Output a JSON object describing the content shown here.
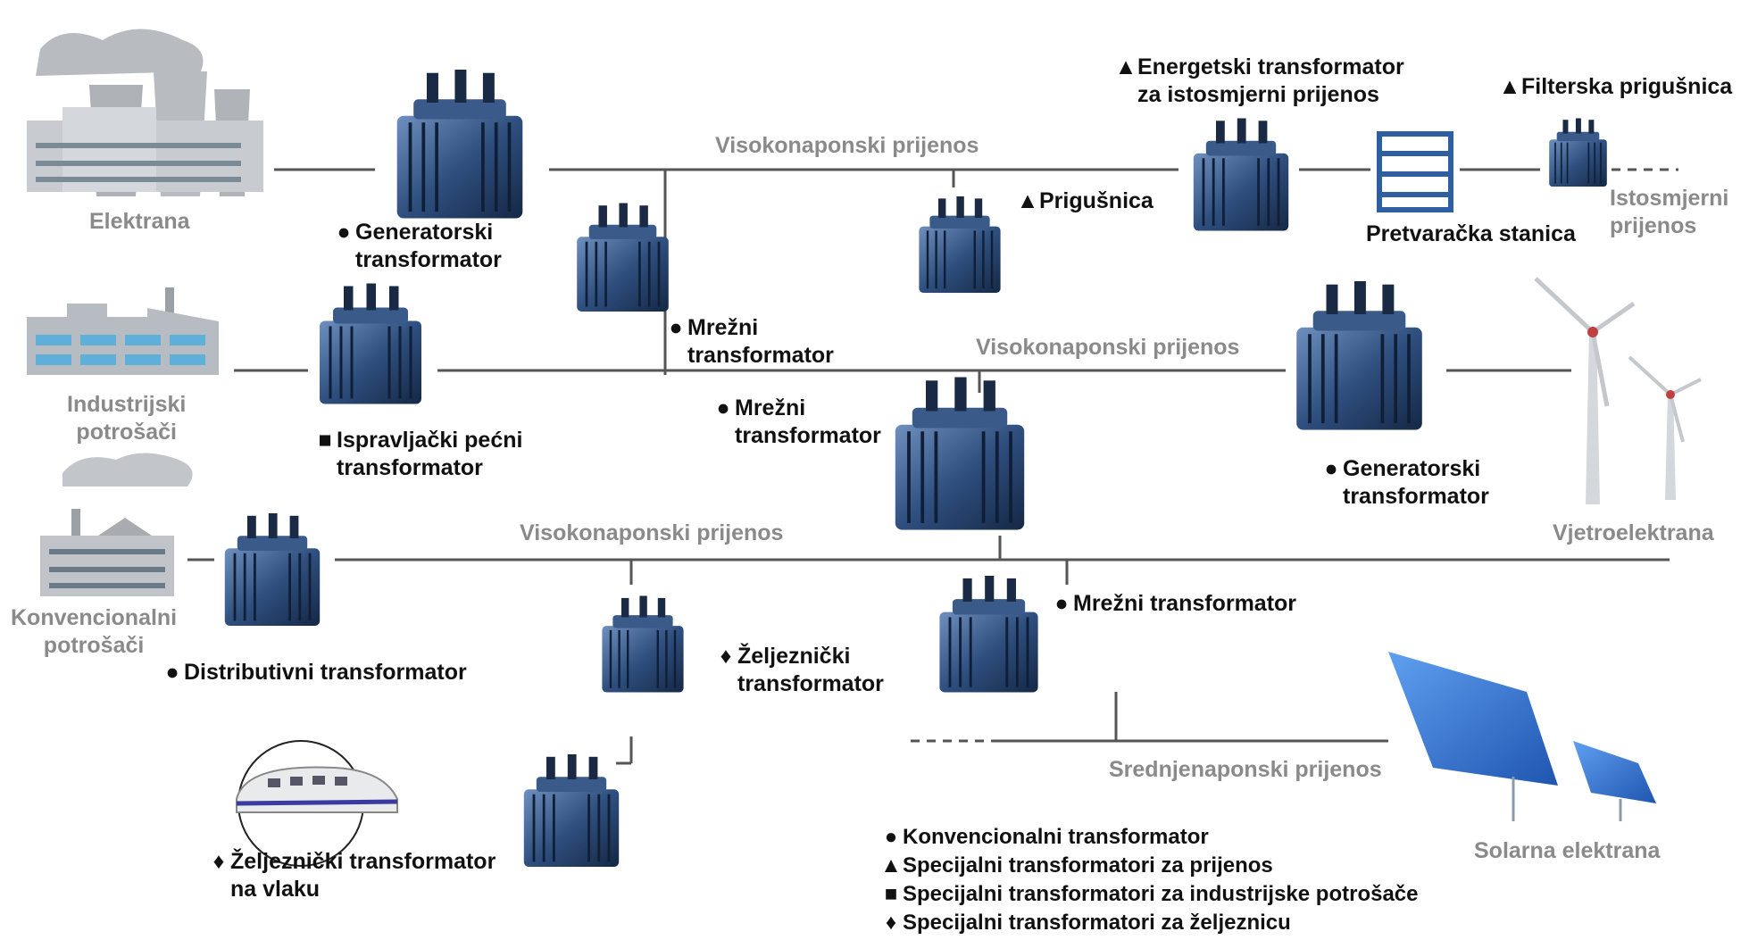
{
  "labels": {
    "elektrana": "Elektrana",
    "generatorski_1": [
      "Generatorski",
      "transformator"
    ],
    "hv_line_1": "Visokonaponski prijenos",
    "prigusnica": "Prigušnica",
    "energetski_dc": [
      "Energetski transformator",
      "za istosmjerni prijenos"
    ],
    "filterska": "Filterska prigušnica",
    "pretvaracka": "Pretvaračka stanica",
    "istosmjerni": [
      "Istosmjerni",
      "prijenos"
    ],
    "mrezni_1": [
      "Mrežni",
      "transformator"
    ],
    "industrijski": [
      "Industrijski",
      "potrošači"
    ],
    "hv_line_2": "Visokonaponski prijenos",
    "ispravljacki": [
      "Ispravljački pećni",
      "transformator"
    ],
    "mrezni_2": [
      "Mrežni",
      "transformator"
    ],
    "generatorski_2": [
      "Generatorski",
      "transformator"
    ],
    "vjetroelektrana": "Vjetroelektrana",
    "konvencionalni_potrosaci": [
      "Konvencionalni",
      "potrošači"
    ],
    "hv_line_3": "Visokonaponski prijenos",
    "distributivni": "Distributivni transformator",
    "zeljeznicki": [
      "Željeznički",
      "transformator"
    ],
    "mrezni_3": "Mrežni transformator",
    "srednjenaponski": "Srednjenaponski prijenos",
    "solarna": "Solarna elektrana",
    "zeljeznicki_vlak": [
      "Željeznički transformator",
      "na vlaku"
    ]
  },
  "markers": {
    "circle": "●",
    "triangle": "▲",
    "square": "■",
    "diamond": "♦"
  },
  "legend": [
    {
      "marker": "●",
      "text": "Konvencionalni transformator"
    },
    {
      "marker": "▲",
      "text": "Specijalni transformatori za prijenos"
    },
    {
      "marker": "■",
      "text": "Specijalni transformatori za industrijske potrošače"
    },
    {
      "marker": "♦",
      "text": "Specijalni transformatori za željeznicu"
    }
  ],
  "colors": {
    "transformer_dark": "#1f3557",
    "transformer_mid": "#3f5f8f",
    "transformer_light": "#6f8fbf",
    "line": "#555555",
    "label_gray": "#8a8a8a",
    "building": "#c8ccd0",
    "solar": "#2f6fd0"
  }
}
